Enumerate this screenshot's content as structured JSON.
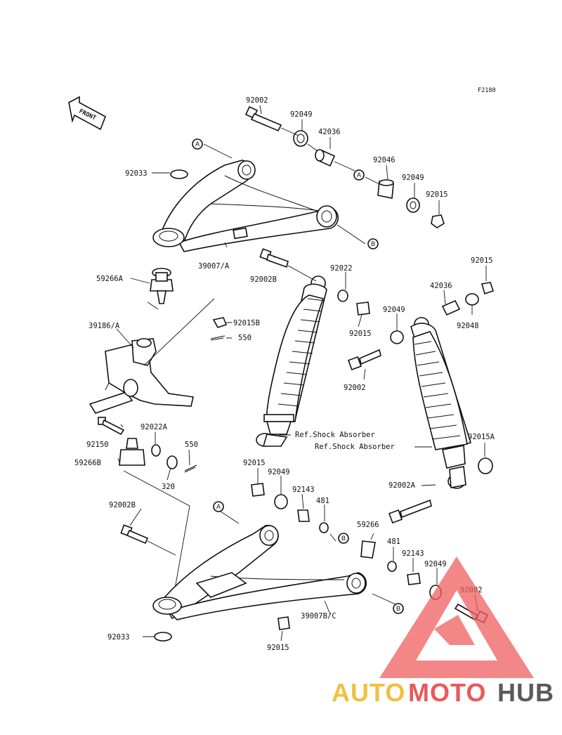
{
  "figure_code": "F2180",
  "front_label": "FRONT",
  "part_labels": {
    "p92002_top": "92002",
    "p92049_top": "92049",
    "p42036_top": "42036",
    "p92046": "92046",
    "p92049_mid": "92049",
    "p92015_top": "92015",
    "p92033_top": "92033",
    "p39007a": "39007/A",
    "p92002b_mid": "92002B",
    "p92022": "92022",
    "p92015_r": "92015",
    "p42036_r": "42036",
    "p92049_r": "92049",
    "p92048": "92048",
    "p59266a": "59266A",
    "p39186a": "39186/A",
    "p92015b": "92015B",
    "p550_top": "550",
    "p92015_c": "92015",
    "p92002_c": "92002",
    "p92150": "92150",
    "p92022a": "92022A",
    "p550_bot": "550",
    "p59266b": "59266B",
    "p320": "320",
    "p92015a": "92015A",
    "p92015_l": "92015",
    "p92049_l": "92049",
    "p92143_l": "92143",
    "p481_l": "481",
    "p92002a": "92002A",
    "p92002b_low": "92002B",
    "p59266": "59266",
    "p481_r": "481",
    "p92143_r": "92143",
    "p92049_br": "92049",
    "p92002_br": "92002",
    "p39007bc": "39007B/C",
    "p92033_bot": "92033",
    "p92015_bot": "92015"
  },
  "ref_labels": {
    "ref_shock_1": "Ref.Shock Absorber",
    "ref_shock_2": "Ref.Shock Absorber"
  },
  "circle_letters": {
    "a_top": "A",
    "a_mid": "A",
    "b_top": "B",
    "a_low": "A",
    "b_low": "B",
    "b_bot": "B"
  },
  "watermark": {
    "auto": "AUTO",
    "moto": "MOTO",
    "hub": "HUB",
    "colors": {
      "auto": "#f0c040",
      "moto": "#e85a5a",
      "hub": "#5a5a5a",
      "triangle": "#f06060"
    }
  }
}
